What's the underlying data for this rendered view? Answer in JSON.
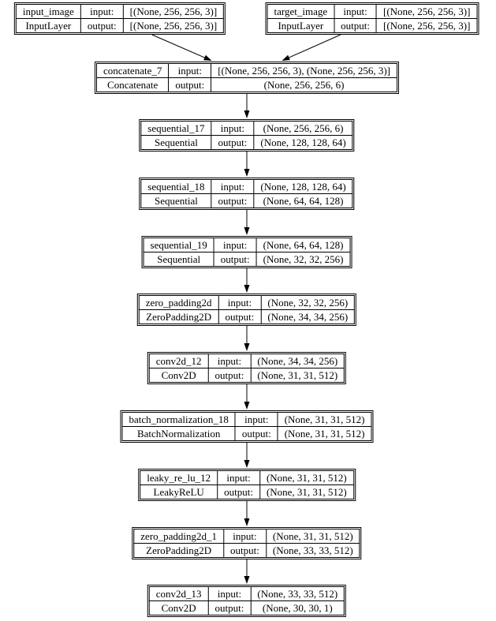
{
  "diagram_title": "keras-model-architecture",
  "labels": {
    "input": "input:",
    "output": "output:"
  },
  "colors": {
    "line": "#000000",
    "background": "#ffffff",
    "text": "#000000"
  },
  "nodes": [
    {
      "id": "input_image",
      "name": "input_image",
      "type": "InputLayer",
      "input": "[(None, 256, 256, 3)]",
      "output": "[(None, 256, 256, 3)]"
    },
    {
      "id": "target_image",
      "name": "target_image",
      "type": "InputLayer",
      "input": "[(None, 256, 256, 3)]",
      "output": "[(None, 256, 256, 3)]"
    },
    {
      "id": "concatenate_7",
      "name": "concatenate_7",
      "type": "Concatenate",
      "input": "[(None, 256, 256, 3), (None, 256, 256, 3)]",
      "output": "(None, 256, 256, 6)"
    },
    {
      "id": "sequential_17",
      "name": "sequential_17",
      "type": "Sequential",
      "input": "(None, 256, 256, 6)",
      "output": "(None, 128, 128, 64)"
    },
    {
      "id": "sequential_18",
      "name": "sequential_18",
      "type": "Sequential",
      "input": "(None, 128, 128, 64)",
      "output": "(None, 64, 64, 128)"
    },
    {
      "id": "sequential_19",
      "name": "sequential_19",
      "type": "Sequential",
      "input": "(None, 64, 64, 128)",
      "output": "(None, 32, 32, 256)"
    },
    {
      "id": "zero_padding2d",
      "name": "zero_padding2d",
      "type": "ZeroPadding2D",
      "input": "(None, 32, 32, 256)",
      "output": "(None, 34, 34, 256)"
    },
    {
      "id": "conv2d_12",
      "name": "conv2d_12",
      "type": "Conv2D",
      "input": "(None, 34, 34, 256)",
      "output": "(None, 31, 31, 512)"
    },
    {
      "id": "batch_normalization_18",
      "name": "batch_normalization_18",
      "type": "BatchNormalization",
      "input": "(None, 31, 31, 512)",
      "output": "(None, 31, 31, 512)"
    },
    {
      "id": "leaky_re_lu_12",
      "name": "leaky_re_lu_12",
      "type": "LeakyReLU",
      "input": "(None, 31, 31, 512)",
      "output": "(None, 31, 31, 512)"
    },
    {
      "id": "zero_padding2d_1",
      "name": "zero_padding2d_1",
      "type": "ZeroPadding2D",
      "input": "(None, 31, 31, 512)",
      "output": "(None, 33, 33, 512)"
    },
    {
      "id": "conv2d_13",
      "name": "conv2d_13",
      "type": "Conv2D",
      "input": "(None, 33, 33, 512)",
      "output": "(None, 30, 30, 1)"
    }
  ],
  "edges": [
    {
      "from": "input_image",
      "to": "concatenate_7"
    },
    {
      "from": "target_image",
      "to": "concatenate_7"
    },
    {
      "from": "concatenate_7",
      "to": "sequential_17"
    },
    {
      "from": "sequential_17",
      "to": "sequential_18"
    },
    {
      "from": "sequential_18",
      "to": "sequential_19"
    },
    {
      "from": "sequential_19",
      "to": "zero_padding2d"
    },
    {
      "from": "zero_padding2d",
      "to": "conv2d_12"
    },
    {
      "from": "conv2d_12",
      "to": "batch_normalization_18"
    },
    {
      "from": "batch_normalization_18",
      "to": "leaky_re_lu_12"
    },
    {
      "from": "leaky_re_lu_12",
      "to": "zero_padding2d_1"
    },
    {
      "from": "zero_padding2d_1",
      "to": "conv2d_13"
    }
  ]
}
